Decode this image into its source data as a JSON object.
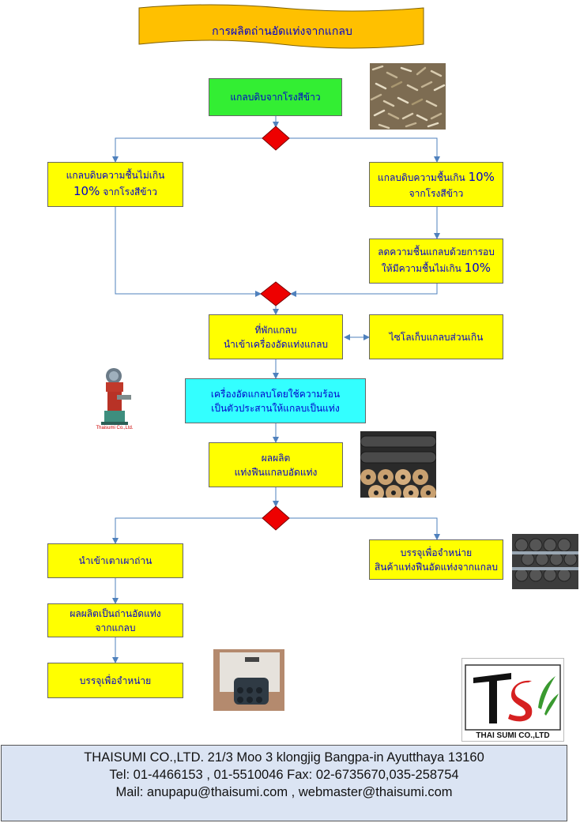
{
  "title": "การผลิตถ่านอัดแท่งจากแกลบ",
  "boxes": {
    "raw_husk": "แกลบดิบจากโรงสีข้าว",
    "low_moisture_1": "แกลบดิบความชื้นไม่เกิน",
    "low_moisture_pct": "10%",
    "low_moisture_2": "จากโรงสีข้าว",
    "high_moisture_1": "แกลบดิบความชื้นเกิน",
    "high_moisture_pct": "10%",
    "high_moisture_2": "จากโรงสีข้าว",
    "dry_1": "ลดความชื้นแกลบด้วยการอบ",
    "dry_2": "ให้มีความชื้นไม่เกิน",
    "dry_pct": "10%",
    "rest_1": "ที่พักแกลบ",
    "rest_2": "นำเข้าเครื่องอัดแท่งแกลบ",
    "silo": "ไซโลเก็บแกลบส่วนเกิน",
    "press_1": "เครื่องอัดแกลบโดยใช้ความร้อน",
    "press_2": "เป็นตัวประสานให้แกลบเป็นแท่ง",
    "product_1": "ผลผลิต",
    "product_2": "แท่งฟืนแกลบอัดแท่ง",
    "pack_sale_1": "บรรจุเพื่อจำหน่าย",
    "pack_sale_2": "สินค้าแท่งฟืนอัดแท่งจากแกลบ",
    "kiln": "นำเข้าเตาเผาถ่าน",
    "charcoal_1": "ผลผลิตเป็นถ่านอัดแท่ง",
    "charcoal_2": "จากแกลบ",
    "pack_final": "บรรจุเพื่อจำหน่าย"
  },
  "machine_caption": "Thaisumi Co.,Ltd.",
  "footer": {
    "line1": "THAISUMI CO.,LTD. 21/3 Moo 3 klongjig Bangpa-in Ayutthaya 13160",
    "line2": "Tel: 01-4466153 , 01-5510046 Fax: 02-6735670,035-258754",
    "line3": "Mail: anupapu@thaisumi.com , webmaster@thaisumi.com"
  },
  "logo": {
    "caption": "THAI SUMI CO.,LTD"
  },
  "colors": {
    "process_box": "#ffff00",
    "start_box": "#33ee33",
    "machine_box": "#33ffff",
    "decision": "#ee0000",
    "connector": "#4f81bd",
    "title_fill": "#ffc000",
    "footer_bg": "#dbe4f3"
  }
}
